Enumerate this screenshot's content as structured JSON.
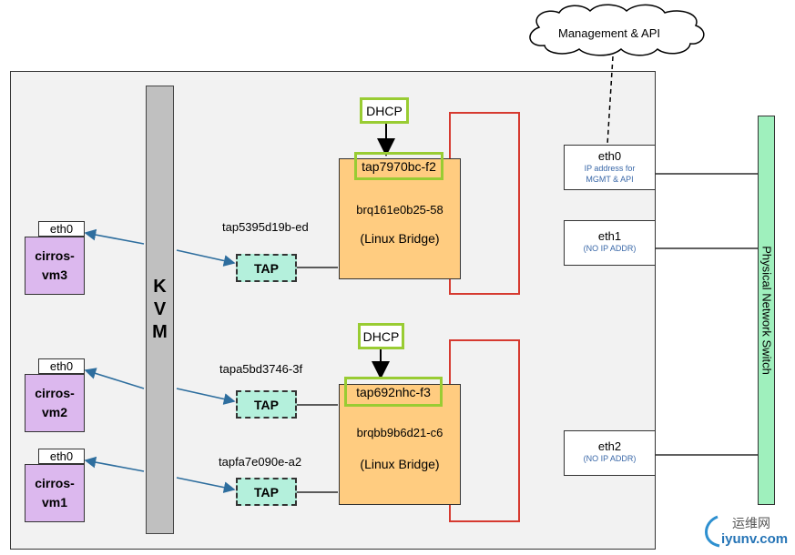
{
  "host_label": "",
  "hypervisor": {
    "letters": [
      "K",
      "V",
      "M"
    ]
  },
  "vms": [
    {
      "name_line1": "cirros-",
      "name_line2": "vm3",
      "eth": "eth0"
    },
    {
      "name_line1": "cirros-",
      "name_line2": "vm2",
      "eth": "eth0"
    },
    {
      "name_line1": "cirros-",
      "name_line2": "vm1",
      "eth": "eth0"
    }
  ],
  "taps": [
    {
      "label": "TAP",
      "name": "tap5395d19b-ed"
    },
    {
      "label": "TAP",
      "name": "tapa5bd3746-3f"
    },
    {
      "label": "TAP",
      "name": "tapfa7e090e-a2"
    }
  ],
  "bridges": [
    {
      "dhcp": "DHCP",
      "dhcp_tap": "tap7970bc-f2",
      "name": "brq161e0b25-58",
      "type": "(Linux Bridge)"
    },
    {
      "dhcp": "DHCP",
      "dhcp_tap": "tap692nhc-f3",
      "name": "brqbb9b6d21-c6",
      "type": "(Linux Bridge)"
    }
  ],
  "host_nics": [
    {
      "name": "eth0",
      "desc_line1": "IP address for",
      "desc_line2": "MGMT & API"
    },
    {
      "name": "eth1",
      "desc_line1": "(NO IP ADDR)"
    },
    {
      "name": "eth2",
      "desc_line1": "(NO IP ADDR)"
    }
  ],
  "management": "Management & API",
  "physical_switch": "Physical Network Switch",
  "watermark": {
    "line1": "运维网",
    "line2": "iyunv.com"
  },
  "colors": {
    "vm": "#dcb8ee",
    "tap": "#b4f0dc",
    "bridge": "#ffcc80",
    "switch": "#9ff0bd",
    "dhcp_highlight": "#99cc33",
    "vlan_box": "#d63a30",
    "arrow": "#2e6e9e"
  }
}
